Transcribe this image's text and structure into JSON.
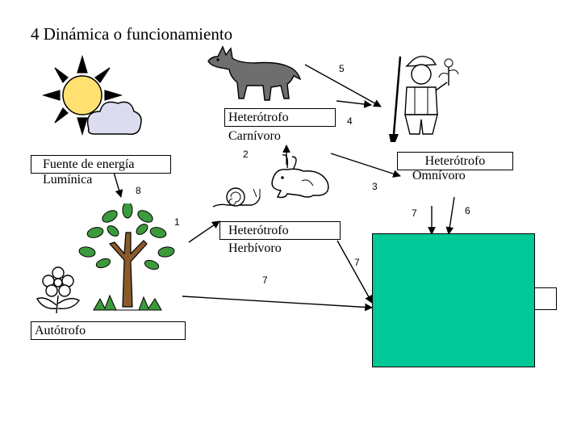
{
  "title": "4 Dinámica o funcionamiento",
  "labels": {
    "carnivoro": [
      "Heterótrofo",
      "Carnívoro"
    ],
    "omnivoro": [
      "Heterótrofo",
      "Omnívoro"
    ],
    "herbivoro": [
      "Heterótrofo",
      "Herbívoro"
    ],
    "fuente": [
      "Fuente de energía",
      "Lumínica"
    ],
    "autotrofo": "Autótrofo"
  },
  "arrow_numbers": {
    "n1": "1",
    "n2": "2",
    "n3": "3",
    "n4": "4",
    "n5": "5",
    "n6": "6",
    "n7a": "7",
    "n7b": "7",
    "n7c": "7",
    "n8": "8"
  },
  "icons": [
    "sun-cloud-icon",
    "wolf-icon",
    "farmer-icon",
    "rabbit-icon",
    "snail-icon",
    "tree-icon",
    "flower-icon"
  ],
  "colors": {
    "decomposer_box": "#00c896",
    "tree_leaf": "#3c9a3c",
    "sun": "#ffe070",
    "wolf": "#6e6e6e"
  }
}
